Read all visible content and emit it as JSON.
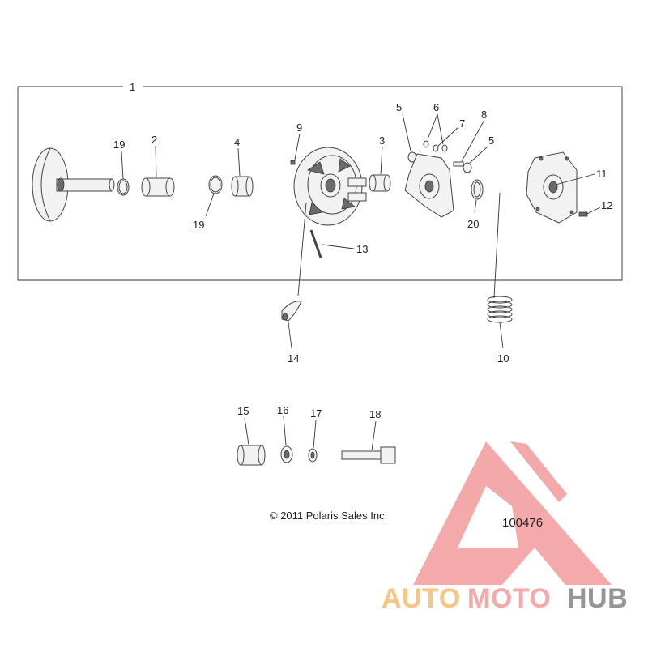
{
  "callouts": {
    "c1": "1",
    "c2": "2",
    "c3": "3",
    "c4": "4",
    "c5a": "5",
    "c5b": "5",
    "c6": "6",
    "c7": "7",
    "c8": "8",
    "c9": "9",
    "c10": "10",
    "c11": "11",
    "c12": "12",
    "c13": "13",
    "c14": "14",
    "c15": "15",
    "c16": "16",
    "c17": "17",
    "c18": "18",
    "c19a": "19",
    "c19b": "19",
    "c20": "20"
  },
  "copyright": "© 2011 Polaris Sales Inc.",
  "figure_number": "100476",
  "watermark": {
    "brand_part1": "AUTO",
    "brand_part2": "MOTO",
    "brand_part3": "HUB",
    "colors": {
      "auto": "#f5c07a",
      "moto": "#f4a0a0",
      "hub": "#8a8a8a",
      "triangle": "#f29b9b"
    }
  }
}
